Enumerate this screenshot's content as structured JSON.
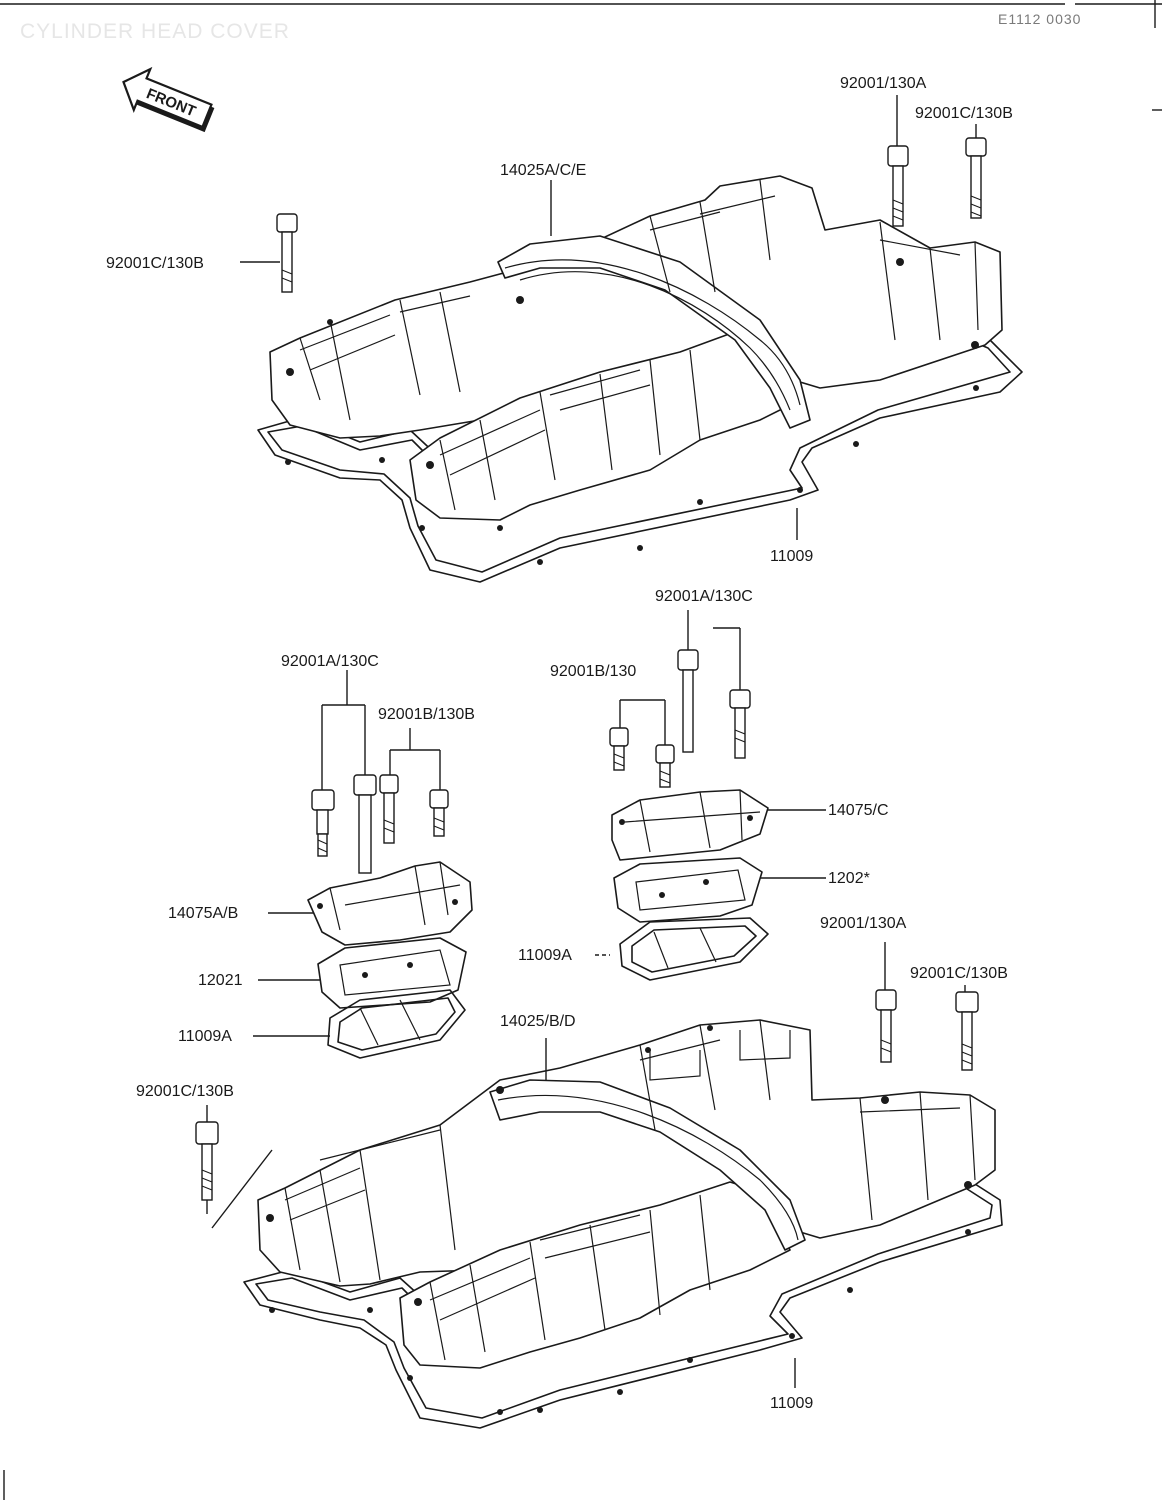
{
  "header": {
    "title": "CYLINDER HEAD COVER",
    "code": "E1112 0030"
  },
  "front_arrow": {
    "label": "FRONT"
  },
  "labels": {
    "top_assembly": {
      "bolt_a": "92001/130A",
      "bolt_c_right": "92001C/130B",
      "cover": "14025A/C/E",
      "bolt_c_left": "92001C/130B",
      "gasket": "11009"
    },
    "left_breather": {
      "bolt_a": "92001A/130C",
      "bolt_b": "92001B/130B",
      "cap": "14075A/B",
      "plate": "12021",
      "gasket": "11009A"
    },
    "right_breather": {
      "bolt_a": "92001A/130C",
      "bolt_b": "92001B/130",
      "cap": "14075/C",
      "plate": "1202*",
      "gasket": "11009A"
    },
    "bottom_assembly": {
      "bolt_a": "92001/130A",
      "bolt_c_right": "92001C/130B",
      "cover": "14025/B/D",
      "bolt_c_left": "92001C/130B",
      "gasket": "11009"
    }
  }
}
